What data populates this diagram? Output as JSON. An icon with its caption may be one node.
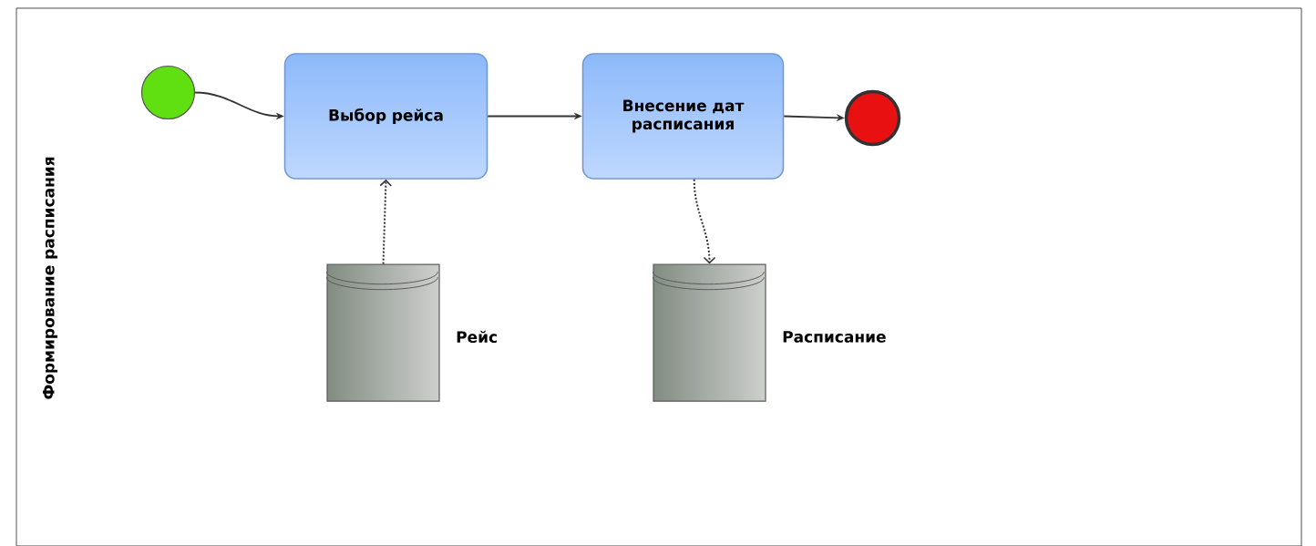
{
  "diagram": {
    "nodes": [
      {
        "text": [
          "Формирование расписания"
        ]
      },
      {
        "text": [],
        "shape": "circle",
        "in": 0
      },
      {
        "text": [
          "Выбор рейса"
        ],
        "in": 0
      },
      {
        "text": [
          "Внесение дат расписания"
        ],
        "in": 0
      },
      {
        "text": [],
        "shape": "circle",
        "in": 0
      },
      {
        "text": [],
        "shape": "cylinder",
        "beside": [
          "Рейс"
        ],
        "in": 0
      },
      {
        "text": [],
        "shape": "cylinder",
        "beside": [
          "Расписание"
        ],
        "in": 0
      }
    ],
    "edges": [
      {
        "from": 1,
        "to": 2,
        "arrow": "to"
      },
      {
        "from": 2,
        "to": 3,
        "arrow": "to"
      },
      {
        "from": 3,
        "to": 4,
        "arrow": "to"
      },
      {
        "from": 5,
        "to": 2,
        "arrow": "to",
        "style": "dashed"
      },
      {
        "from": 3,
        "to": 6,
        "arrow": "to",
        "style": "dashed"
      }
    ]
  }
}
